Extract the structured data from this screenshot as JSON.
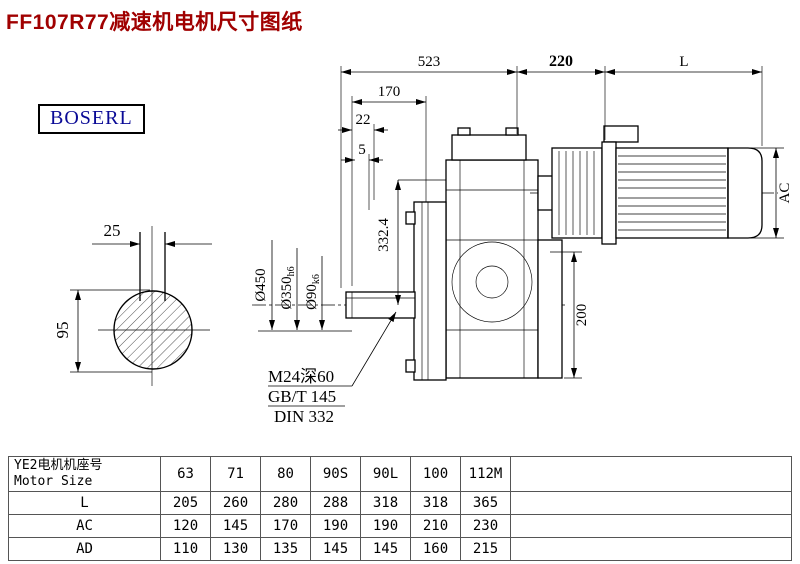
{
  "page": {
    "title": "FF107R77减速机电机尺寸图纸",
    "brand": "BOSERL"
  },
  "drawing": {
    "dims": {
      "overall": "523",
      "mid": "220",
      "motor_len": "L",
      "d170": "170",
      "d22": "22",
      "d5": "5",
      "key_w": "25",
      "key_h": "95",
      "flange_dia": "Ø450",
      "spigot_dia": "Ø350",
      "spigot_tol": "h6",
      "shaft_dia": "Ø90",
      "shaft_tol": "k6",
      "height": "332.4",
      "base_h": "200",
      "motor_ac": "AC"
    },
    "notes": [
      "M24深60",
      "GB/T 145",
      "DIN 332"
    ]
  },
  "table": {
    "header_cn": "YE2电机机座号",
    "header_en": "Motor Size",
    "sizes": [
      "63",
      "71",
      "80",
      "90S",
      "90L",
      "100",
      "112M"
    ],
    "rows": [
      {
        "label": "L",
        "values": [
          "205",
          "260",
          "280",
          "288",
          "318",
          "318",
          "365"
        ]
      },
      {
        "label": "AC",
        "values": [
          "120",
          "145",
          "170",
          "190",
          "190",
          "210",
          "230"
        ]
      },
      {
        "label": "AD",
        "values": [
          "110",
          "130",
          "135",
          "145",
          "145",
          "160",
          "215"
        ]
      }
    ]
  }
}
